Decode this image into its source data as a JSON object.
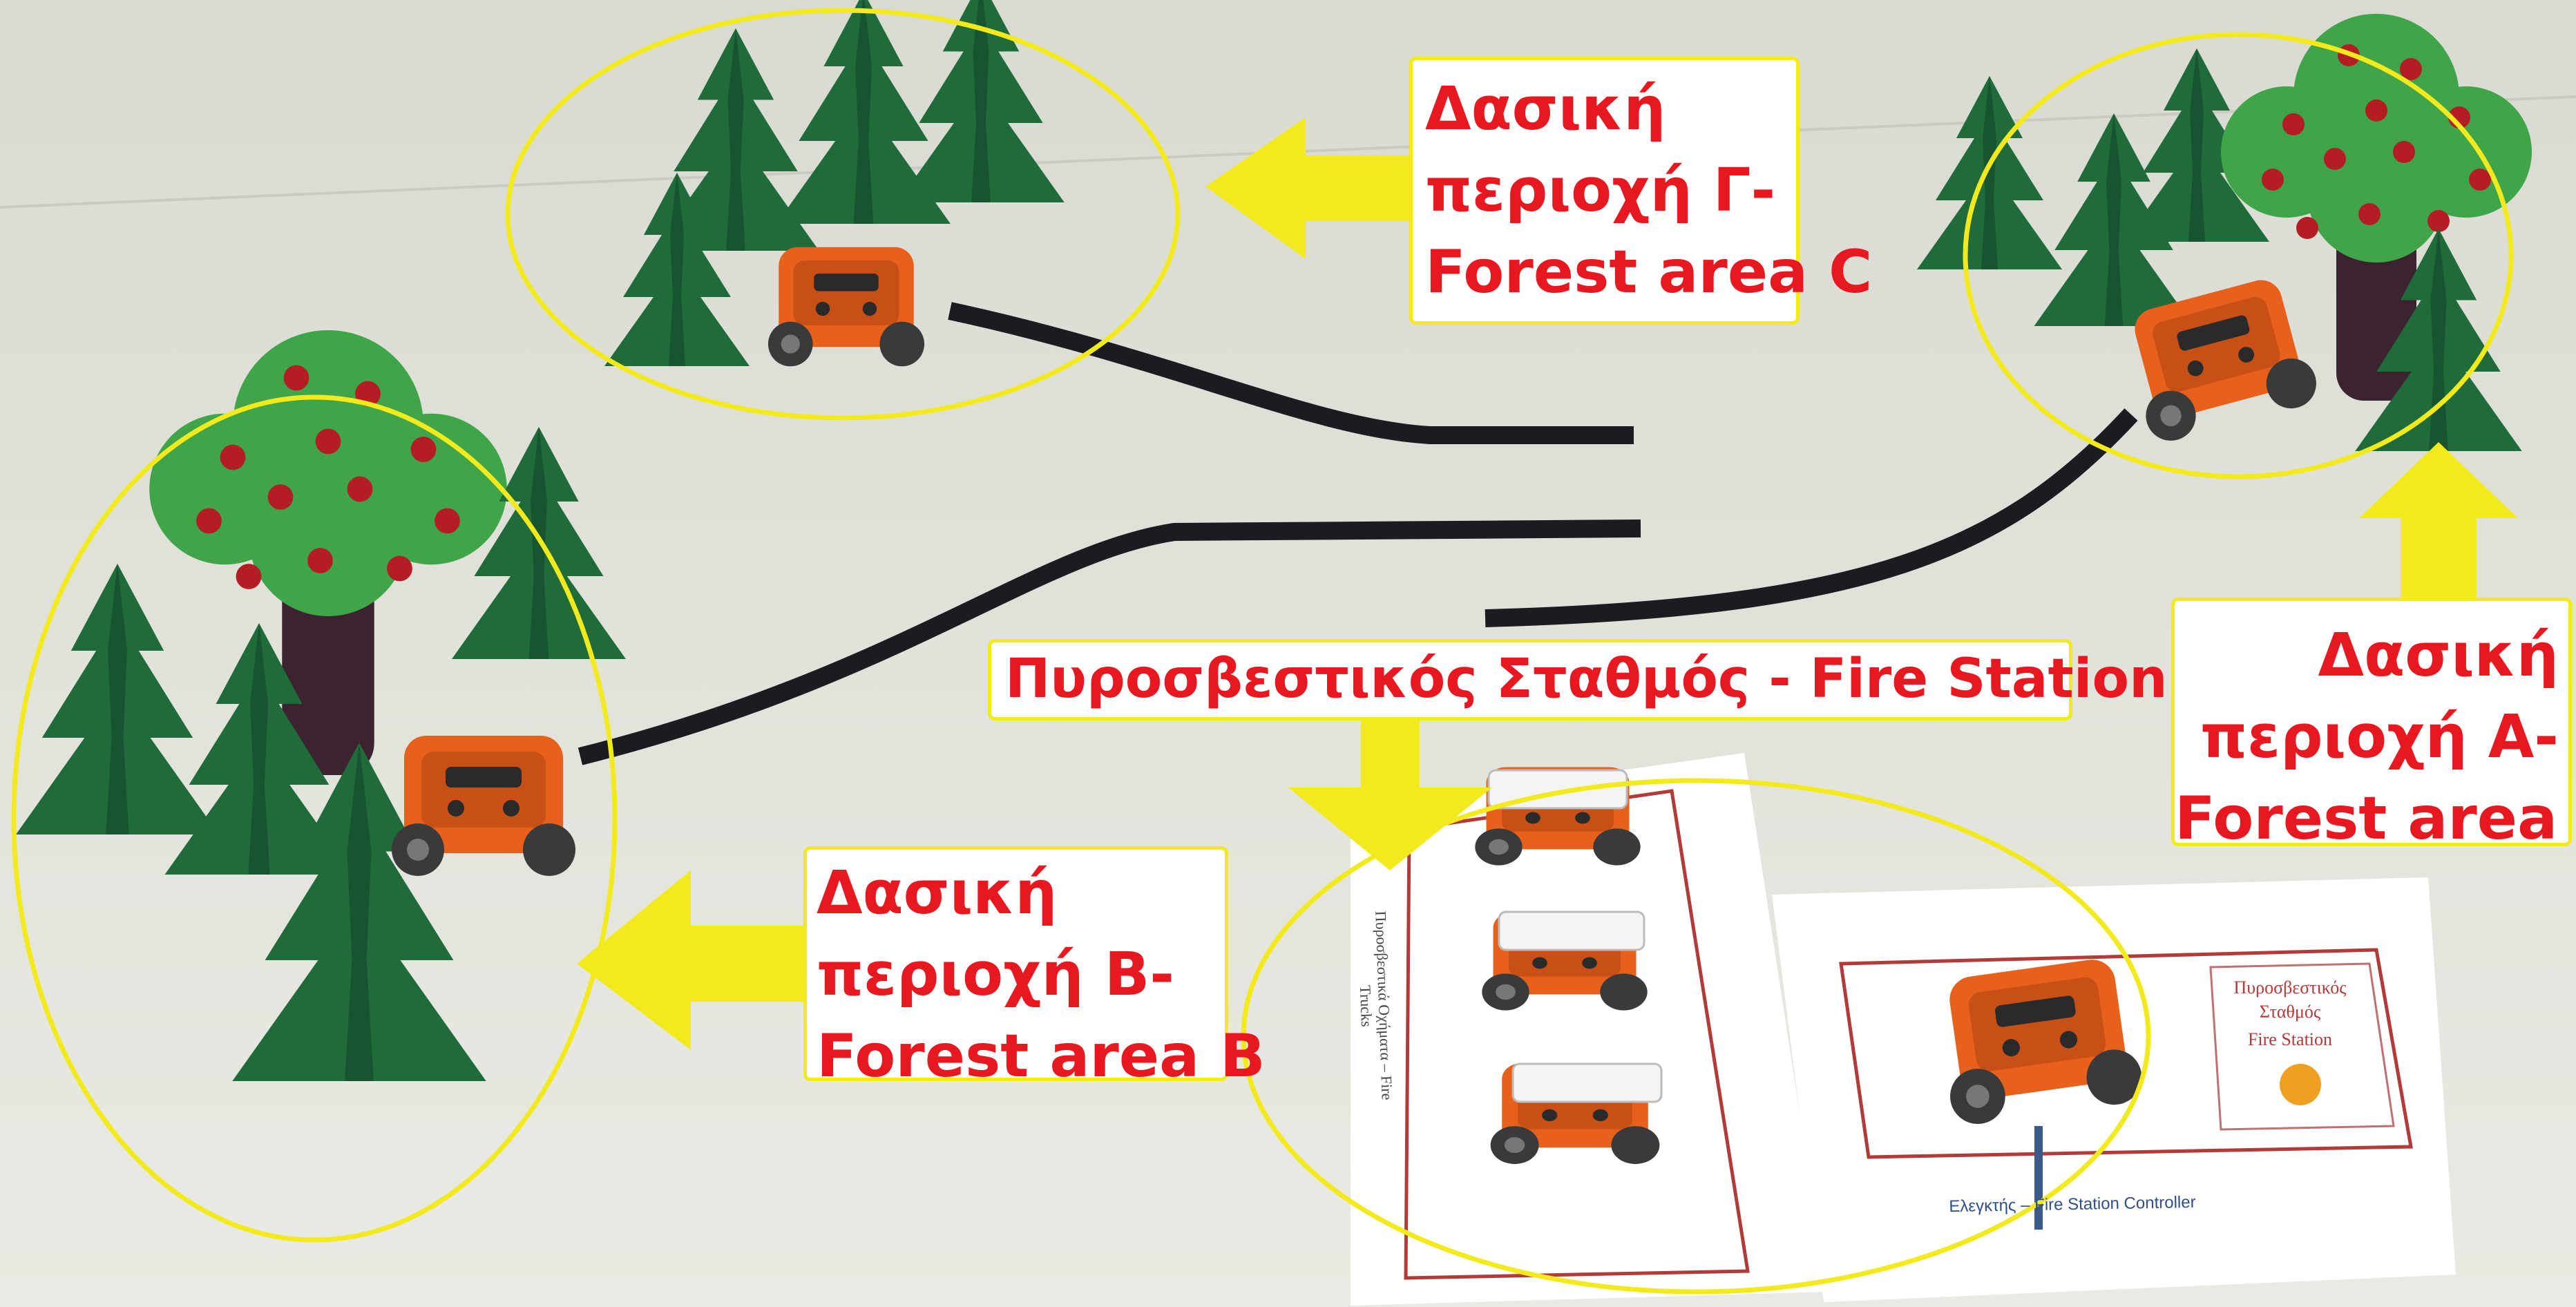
{
  "image": {
    "description_colors": {
      "table": "#e4e5dc",
      "highlight": "#f2ea1c",
      "label_text": "#e7181f",
      "tree": "#1f6b3a",
      "robot": "#e8611c",
      "track": "#1b1b22"
    }
  },
  "labels": {
    "forest_c": {
      "line1": "Δασική",
      "line2": "περιοχή Γ-",
      "line3": "Forest area C"
    },
    "forest_a": {
      "line1": "Δασική",
      "line2": "περιοχή Α-",
      "line3": "Forest area A"
    },
    "forest_b": {
      "line1": "Δασική",
      "line2": "περιοχή Β-",
      "line3": "Forest area B"
    },
    "fire_station": {
      "text": "Πυροσβεστικός Σταθμός - Fire Station"
    }
  },
  "paper": {
    "trucks_caption": "Πυροσβεστικά Οχήματα – Fire Trucks",
    "station_title_1": "Πυροσβεστικός",
    "station_title_2": "Σταθμός",
    "station_title_3": "Fire Station",
    "controller_caption": "Ελεγκτής – Fire Station Controller"
  }
}
